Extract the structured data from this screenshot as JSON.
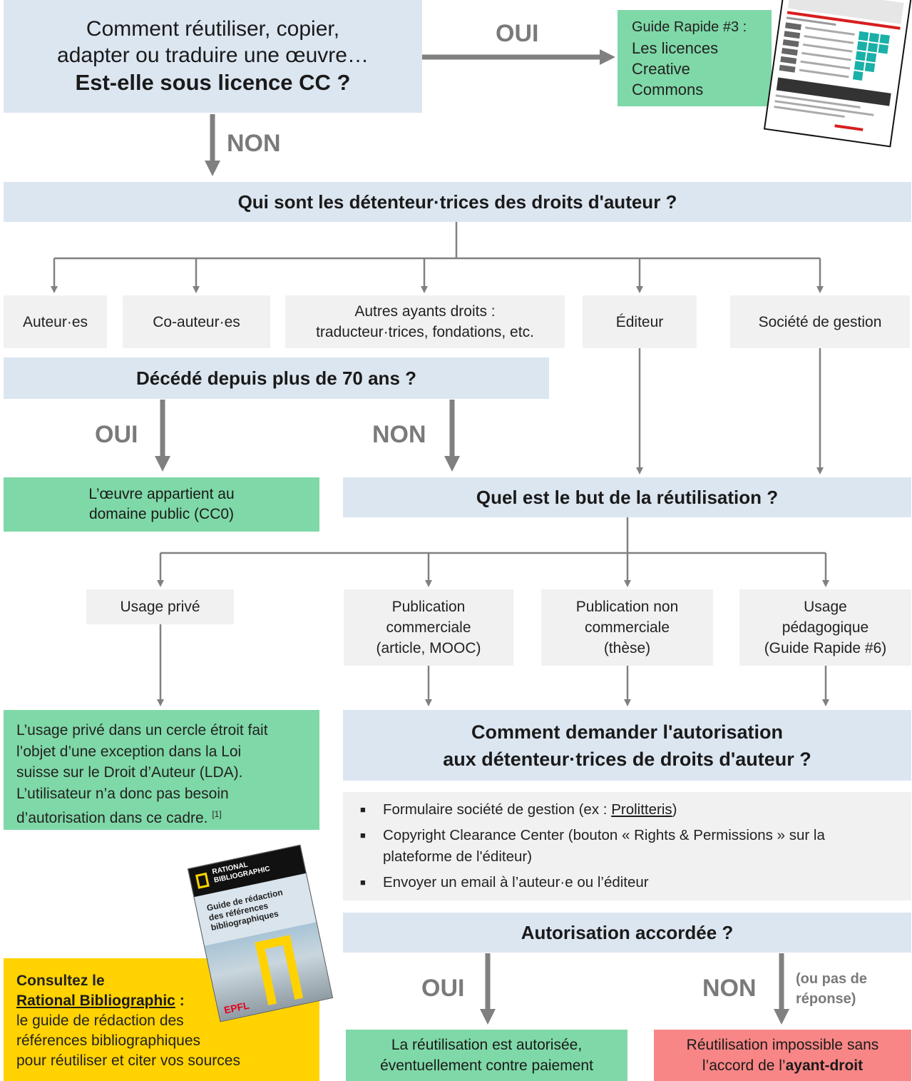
{
  "top": {
    "question_line1": "Comment réutiliser, copier,",
    "question_line2": "adapter ou traduire une œuvre…",
    "question_bold": "Est-elle sous licence CC ?",
    "yes_label": "OUI",
    "no_label": "NON"
  },
  "guide3": {
    "line1": "Guide Rapide #3 :",
    "line2": "Les licences",
    "line3": "Creative",
    "line4": "Commons",
    "thumbnail_icon": "guide-document-thumbnail-icon"
  },
  "rights_holders": {
    "question": "Qui sont les détenteur·trices des droits d'auteur ?",
    "options": [
      "Auteur·es",
      "Co-auteur·es",
      "Autres ayants droits :",
      "traducteur·trices, fondations, etc.",
      "Éditeur",
      "Société de gestion"
    ]
  },
  "deceased": {
    "question": "Décédé depuis plus de 70 ans ?",
    "yes_label": "OUI",
    "no_label": "NON",
    "public_domain_line1": "L’œuvre appartient au",
    "public_domain_line2": "domaine public (CC0)"
  },
  "purpose": {
    "question": "Quel est le but de la réutilisation ?",
    "options": [
      "Usage privé",
      "Publication",
      "commerciale",
      "(article, MOOC)",
      "Publication non",
      "commerciale",
      "(thèse)",
      "Usage",
      "pédagogique",
      "(Guide Rapide #6)"
    ]
  },
  "private_use": {
    "lines": [
      "L’usage privé dans un cercle étroit fait",
      "l’objet d’une exception dans la Loi",
      "suisse sur le Droit d’Auteur (LDA).",
      "L’utilisateur n’a donc pas besoin",
      "d’autorisation dans ce cadre."
    ],
    "footnote": "[1]"
  },
  "ask": {
    "question_line1": "Comment demander l'autorisation",
    "question_line2": "aux détenteur·trices de droits d'auteur ?",
    "bullet1_text": "Formulaire société de gestion (ex : ",
    "bullet1_link": "Prolitteris",
    "bullet1_end": ")",
    "bullet2_line1": "Copyright Clearance Center (bouton « Rights & Permissions » sur la",
    "bullet2_line2": "plateforme de l'éditeur)",
    "bullet3": "Envoyer un email à l’auteur·e ou l’éditeur"
  },
  "authorisation": {
    "question": "Autorisation accordée ?",
    "yes_label": "OUI",
    "no_label": "NON",
    "no_note_line1": "(ou pas de",
    "no_note_line2": "réponse)",
    "granted_line1": "La réutilisation est autorisée,",
    "granted_line2": "éventuellement contre paiement",
    "refused_line1": "Réutilisation impossible sans",
    "refused_prefix": "l’accord de l’",
    "refused_bold": "ayant-droit"
  },
  "rational": {
    "line1": "Consultez le",
    "link": "Rational Bibliographic",
    "colon": " :",
    "line3": "le guide de rédaction des",
    "line4": "références bibliographiques",
    "line5": "pour réutiliser et citer vos sources",
    "cover_title1": "RATIONAL",
    "cover_title2": "BIBLIOGRAPHIC",
    "cover_sub1": "Guide de rédaction",
    "cover_sub2": "des références",
    "cover_sub3": "bibliographiques",
    "cover_logo": "EPFL"
  },
  "colors": {
    "blue": "#dce6f1",
    "grey": "#f1f1f1",
    "green": "#7fd8a7",
    "red": "#f98686",
    "yellow": "#ffd200",
    "arrow": "#808080"
  }
}
